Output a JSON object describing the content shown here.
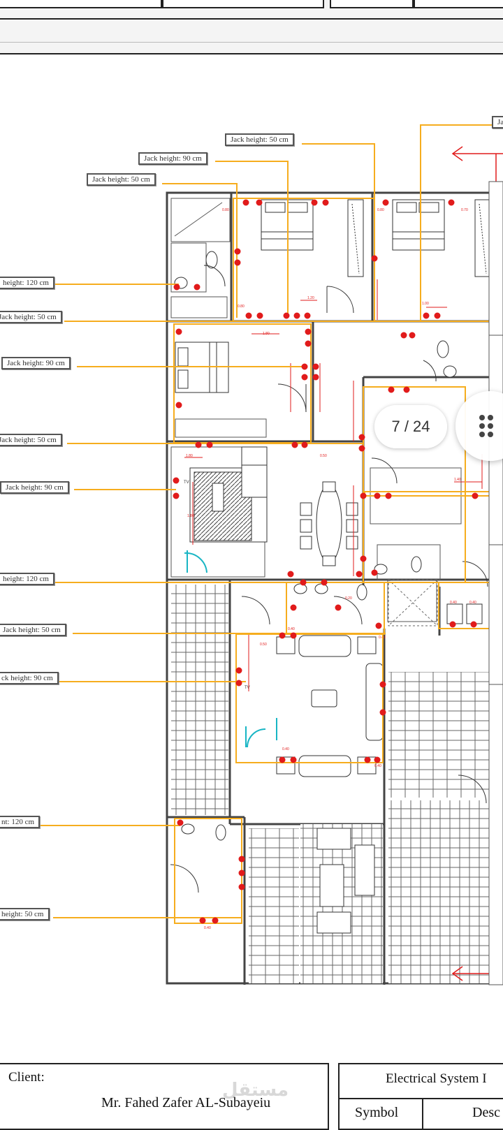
{
  "viewer": {
    "page_indicator": "7 / 24"
  },
  "jack_labels": [
    "Jack height: 50 cm",
    "Jack height: 90 cm",
    "Jack height: 50 cm",
    "height: 120 cm",
    "Jack height: 50 cm",
    "Jack height: 90 cm",
    "Jack height: 50 cm",
    "Jack height: 90 cm",
    "height: 120 cm",
    "Jack height: 50 cm",
    "ck height: 90 cm",
    "nt: 120 cm",
    "height: 50 cm",
    "Jac"
  ],
  "title_block": {
    "client_label": "Client:",
    "client_name": "Mr. Fahed Zafer AL-Subayeiu",
    "watermark": "مستقل",
    "sheet_title": "Electrical System I",
    "symbol_header": "Symbol",
    "description_header": "Desc"
  },
  "colors": {
    "wire": "#f6ad1e",
    "outlet": "#e11b1b",
    "wall": "#444444",
    "grid": "#555555"
  },
  "icons": {
    "menu": "dots-grid-icon"
  }
}
